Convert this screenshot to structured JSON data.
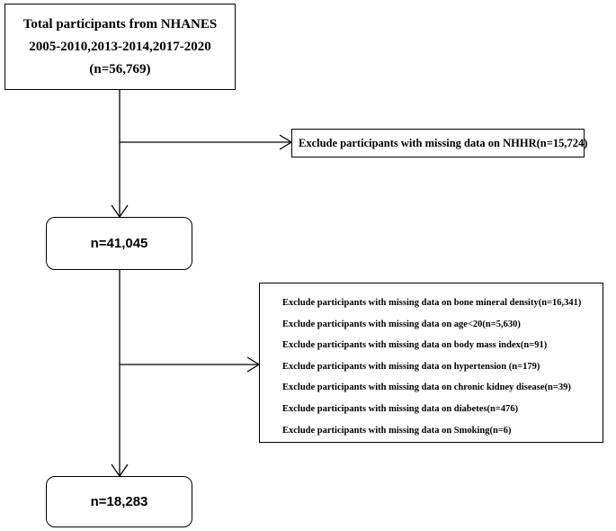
{
  "start": {
    "lines": [
      "Total participants from NHANES",
      "2005-2010,2013-2014,2017-2020",
      "(n=56,769)"
    ]
  },
  "exclusion_1": "Exclude participants with missing data on NHHR(n=15,724)",
  "step_1": "n=41,045",
  "exclusion_2": [
    "Exclude participants with missing data on bone mineral density(n=16,341)",
    "Exclude participants with missing data on age<20(n=5,630)",
    "Exclude participants with missing data on body mass index(n=91)",
    "Exclude participants with missing data on hypertension (n=179)",
    "Exclude participants with missing data on chronic kidney disease(n=39)",
    "Exclude participants with missing data on diabetes(n=476)",
    "Exclude participants with missing data on Smoking(n=6)"
  ],
  "final": "n=18,283"
}
